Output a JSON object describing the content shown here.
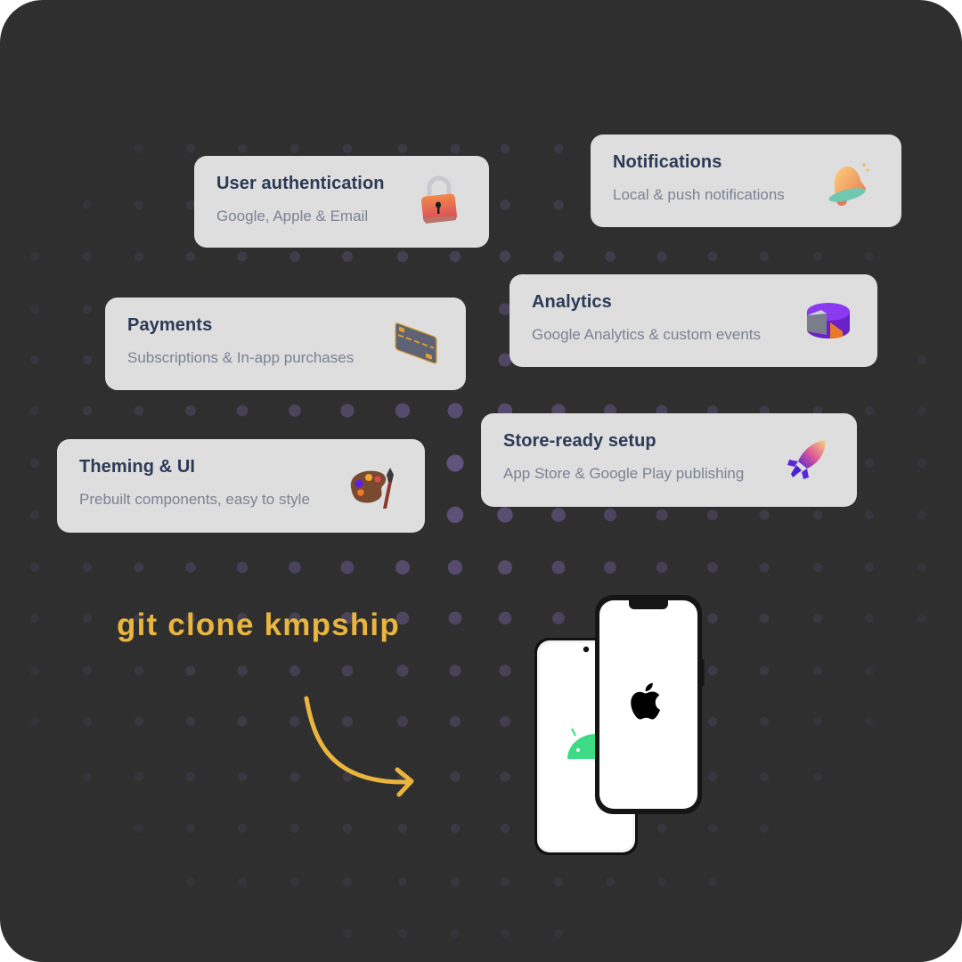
{
  "colors": {
    "background": "#2f2f2f",
    "card_bg": "#dedede",
    "title_text": "#2b3a55",
    "subtitle_text": "#7a8294",
    "accent_yellow": "#eab53e",
    "dot_purple": "#6a5a8c",
    "android_green": "#3ddc84"
  },
  "features": [
    {
      "title": "User authentication",
      "subtitle": "Google, Apple & Email",
      "icon": "padlock-icon"
    },
    {
      "title": "Notifications",
      "subtitle": "Local & push notifications",
      "icon": "bell-icon"
    },
    {
      "title": "Payments",
      "subtitle": "Subscriptions & In-app purchases",
      "icon": "credit-card-icon"
    },
    {
      "title": "Analytics",
      "subtitle": "Google Analytics & custom events",
      "icon": "pie-chart-icon"
    },
    {
      "title": "Theming & UI",
      "subtitle": "Prebuilt components, easy to style",
      "icon": "paint-palette-icon"
    },
    {
      "title": "Store-ready setup",
      "subtitle": "App Store & Google Play publishing",
      "icon": "rocket-icon"
    }
  ],
  "cta": {
    "command": "git clone kmpship",
    "arrow_icon": "curved-arrow-icon"
  },
  "devices": {
    "android": {
      "icon": "android-logo-icon"
    },
    "ios": {
      "icon": "apple-logo-icon"
    }
  }
}
